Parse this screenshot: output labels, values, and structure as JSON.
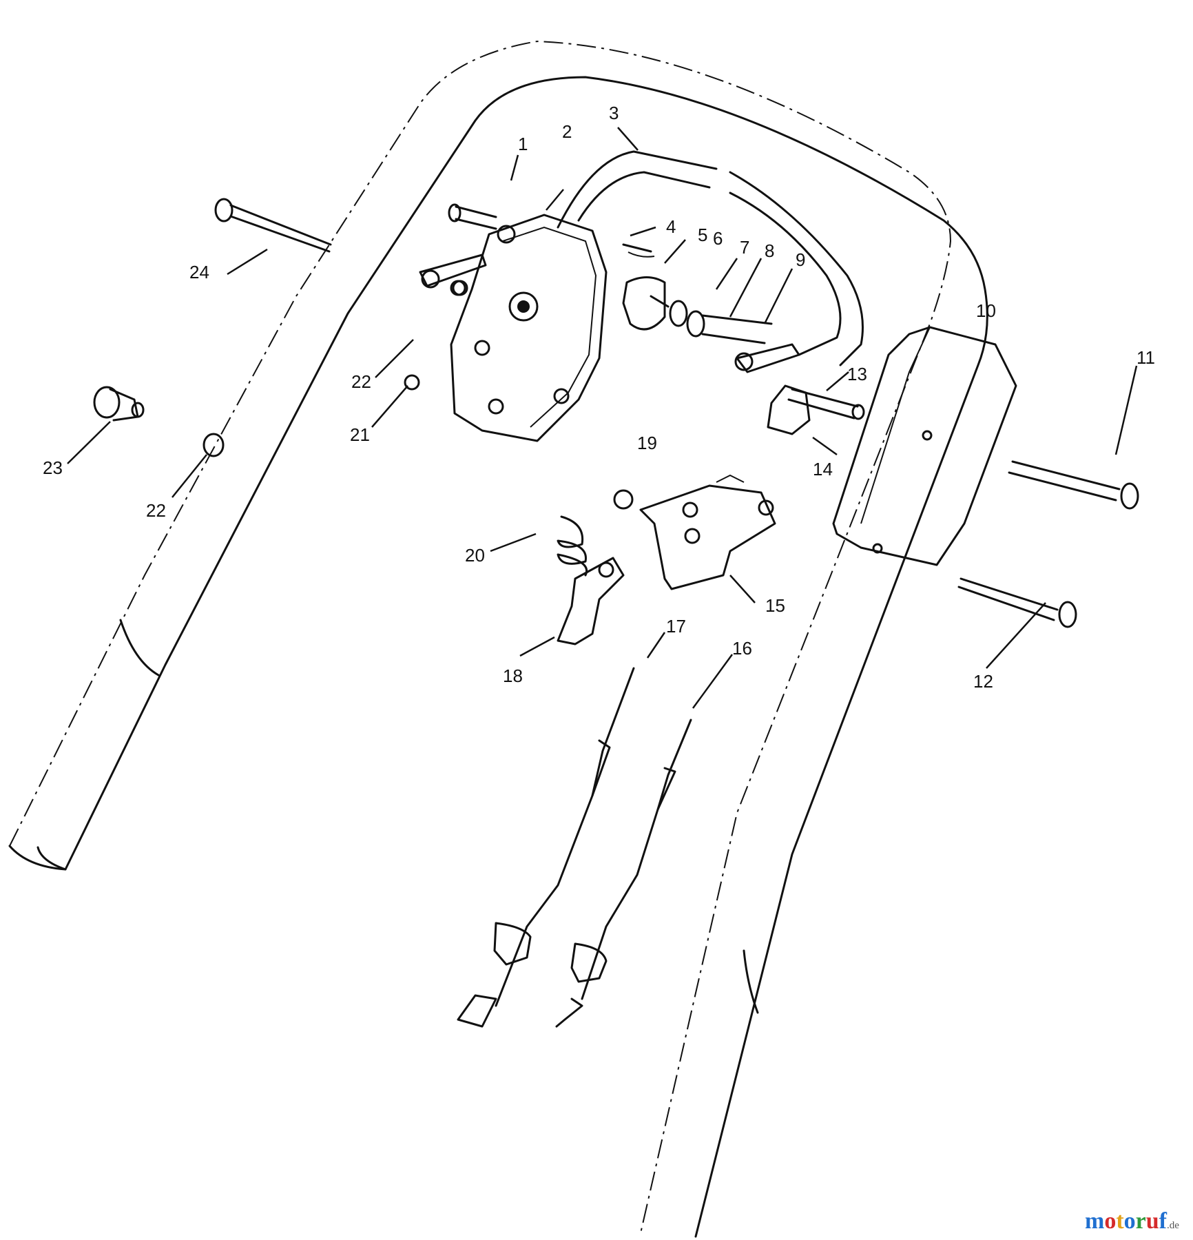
{
  "callouts": [
    "1",
    "2",
    "3",
    "4",
    "5",
    "6",
    "7",
    "8",
    "9",
    "10",
    "11",
    "12",
    "13",
    "14",
    "15",
    "16",
    "17",
    "18",
    "19",
    "20",
    "21",
    "22",
    "22",
    "23",
    "24"
  ],
  "watermark": {
    "text": "motoruf",
    "suffix": ".de",
    "colors": [
      "#1f6fd0",
      "#d52b2b",
      "#e3a21a",
      "#1f6fd0",
      "#2e9a3c",
      "#d52b2b",
      "#1f6fd0"
    ]
  }
}
